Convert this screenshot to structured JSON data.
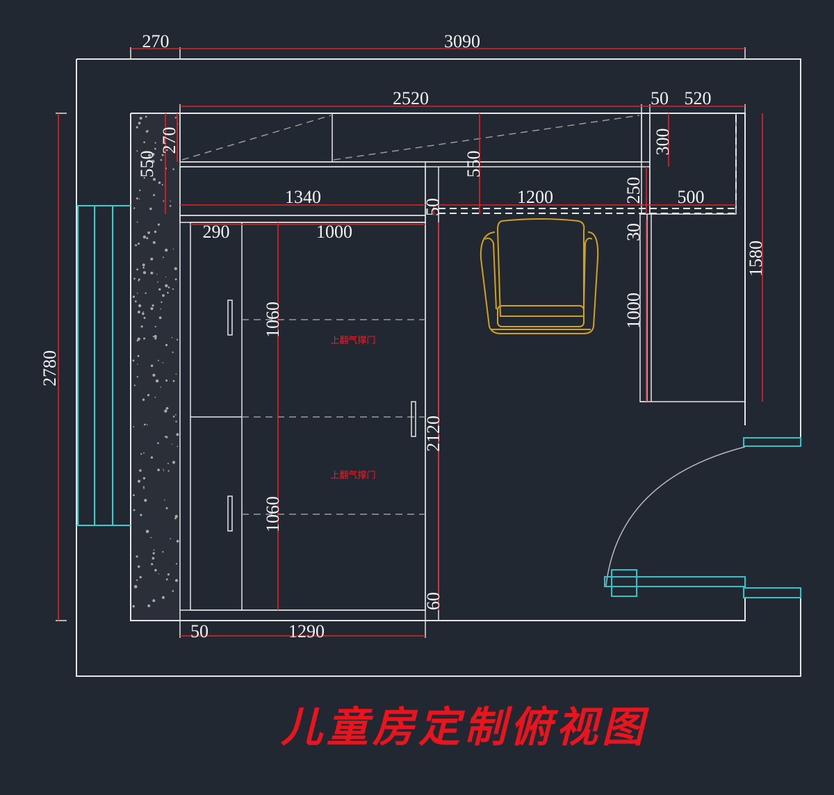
{
  "title": "儿童房定制俯视图",
  "notes": {
    "upper_cabinet": "上翻气撑门",
    "lower_cabinet": "上翻气撑门"
  },
  "dimensions": {
    "top_left_wall": "270",
    "top_total": "3090",
    "top_cabinet": "2520",
    "top_gap": "50",
    "top_right": "520",
    "left_total": "2780",
    "left_upper": "550",
    "top_shelf_depth": "270",
    "right_top_shelf": "300",
    "wardrobe_width": "1340",
    "desk_span": "1200",
    "desk_gap": "50",
    "mid_shelf_depth": "550",
    "right_gap": "250",
    "right_depth": "500",
    "panel_30": "30",
    "panel_1000": "1000",
    "right_length": "1580",
    "bed_side": "290",
    "bed_width": "1000",
    "door_upper": "1060",
    "door_lower": "1060",
    "cabinet_height": "2120",
    "bottom_panel": "60",
    "bottom_left": "50",
    "bottom_width": "1290"
  },
  "colors": {
    "background": "#222831",
    "lines": "#e6e6e6",
    "dimension": "#e8202a",
    "window": "#2fd0d6",
    "chair": "#d1a21e",
    "title": "#e8141e"
  }
}
